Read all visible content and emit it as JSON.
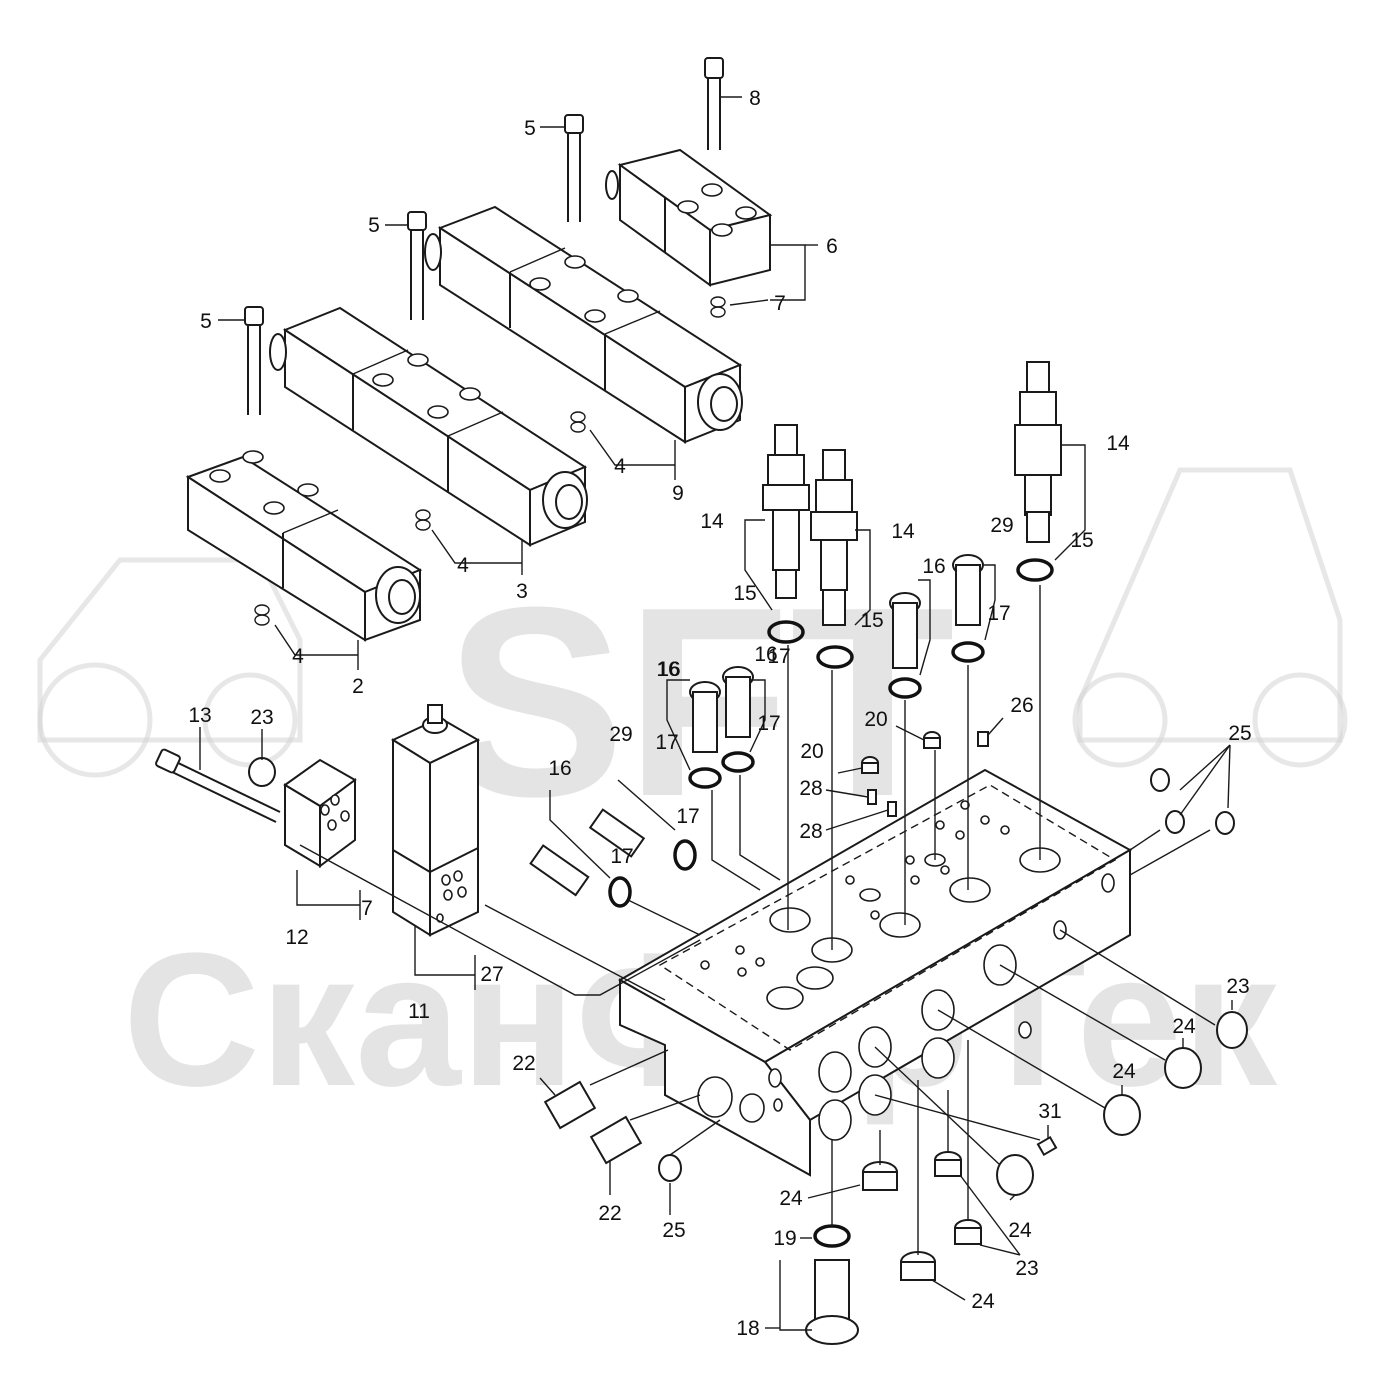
{
  "watermark": {
    "brand": "SFT",
    "company": "СканФорТек"
  },
  "callouts": [
    {
      "n": "8"
    },
    {
      "n": "5"
    },
    {
      "n": "5"
    },
    {
      "n": "5"
    },
    {
      "n": "6"
    },
    {
      "n": "7"
    },
    {
      "n": "4"
    },
    {
      "n": "9"
    },
    {
      "n": "4"
    },
    {
      "n": "3"
    },
    {
      "n": "4"
    },
    {
      "n": "2"
    },
    {
      "n": "14"
    },
    {
      "n": "14"
    },
    {
      "n": "14"
    },
    {
      "n": "15"
    },
    {
      "n": "15"
    },
    {
      "n": "15"
    },
    {
      "n": "29"
    },
    {
      "n": "16"
    },
    {
      "n": "17"
    },
    {
      "n": "16"
    },
    {
      "n": "17"
    },
    {
      "n": "16"
    },
    {
      "n": "16"
    },
    {
      "n": "17"
    },
    {
      "n": "17"
    },
    {
      "n": "29"
    },
    {
      "n": "17"
    },
    {
      "n": "16"
    },
    {
      "n": "17"
    },
    {
      "n": "20"
    },
    {
      "n": "20"
    },
    {
      "n": "26"
    },
    {
      "n": "28"
    },
    {
      "n": "28"
    },
    {
      "n": "25"
    },
    {
      "n": "13"
    },
    {
      "n": "23"
    },
    {
      "n": "7"
    },
    {
      "n": "12"
    },
    {
      "n": "11"
    },
    {
      "n": "27"
    },
    {
      "n": "23"
    },
    {
      "n": "24"
    },
    {
      "n": "24"
    },
    {
      "n": "22"
    },
    {
      "n": "22"
    },
    {
      "n": "31"
    },
    {
      "n": "25"
    },
    {
      "n": "24"
    },
    {
      "n": "24"
    },
    {
      "n": "19"
    },
    {
      "n": "23"
    },
    {
      "n": "24"
    },
    {
      "n": "18"
    }
  ]
}
